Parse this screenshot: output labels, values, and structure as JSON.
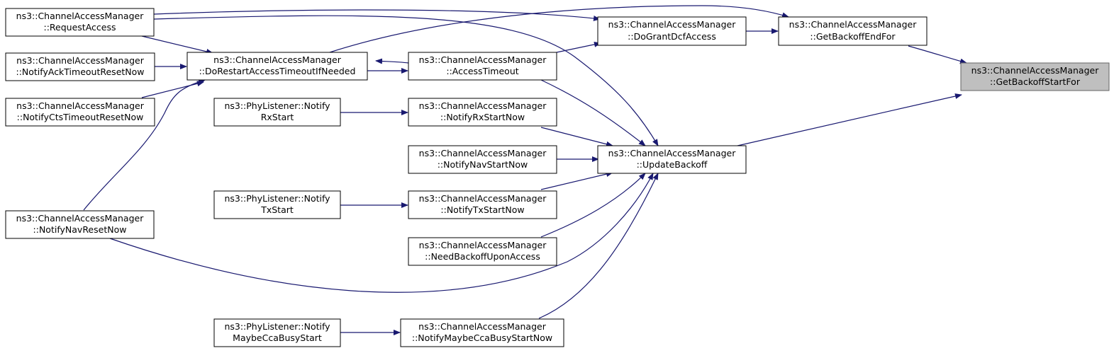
{
  "colors": {
    "edge": "#191970",
    "node_border": "#000000",
    "focus_fill": "#bfbfbf",
    "focus_border": "#666666",
    "background": "#ffffff"
  },
  "nodes": {
    "request_access": [
      "ns3::ChannelAccessManager",
      "::RequestAccess"
    ],
    "notify_ack_timeout": [
      "ns3::ChannelAccessManager",
      "::NotifyAckTimeoutResetNow"
    ],
    "notify_cts_timeout": [
      "ns3::ChannelAccessManager",
      "::NotifyCtsTimeoutResetNow"
    ],
    "notify_nav_reset": [
      "ns3::ChannelAccessManager",
      "::NotifyNavResetNow"
    ],
    "restart_access": [
      "ns3::ChannelAccessManager",
      "::DoRestartAccessTimeoutIfNeeded"
    ],
    "phy_rx_start": [
      "ns3::PhyListener::Notify",
      "RxStart"
    ],
    "phy_tx_start": [
      "ns3::PhyListener::Notify",
      "TxStart"
    ],
    "phy_cca_busy": [
      "ns3::PhyListener::Notify",
      "MaybeCcaBusyStart"
    ],
    "access_timeout": [
      "ns3::ChannelAccessManager",
      "::AccessTimeout"
    ],
    "notify_rx_start": [
      "ns3::ChannelAccessManager",
      "::NotifyRxStartNow"
    ],
    "notify_nav_start": [
      "ns3::ChannelAccessManager",
      "::NotifyNavStartNow"
    ],
    "notify_tx_start": [
      "ns3::ChannelAccessManager",
      "::NotifyTxStartNow"
    ],
    "need_backoff": [
      "ns3::ChannelAccessManager",
      "::NeedBackoffUponAccess"
    ],
    "notify_cca_busy": [
      "ns3::ChannelAccessManager",
      "::NotifyMaybeCcaBusyStartNow"
    ],
    "grant_dcf": [
      "ns3::ChannelAccessManager",
      "::DoGrantDcfAccess"
    ],
    "update_backoff": [
      "ns3::ChannelAccessManager",
      "::UpdateBackoff"
    ],
    "backoff_end": [
      "ns3::ChannelAccessManager",
      "::GetBackoffEndFor"
    ],
    "backoff_start": [
      "ns3::ChannelAccessManager",
      "::GetBackoffStartFor"
    ]
  }
}
